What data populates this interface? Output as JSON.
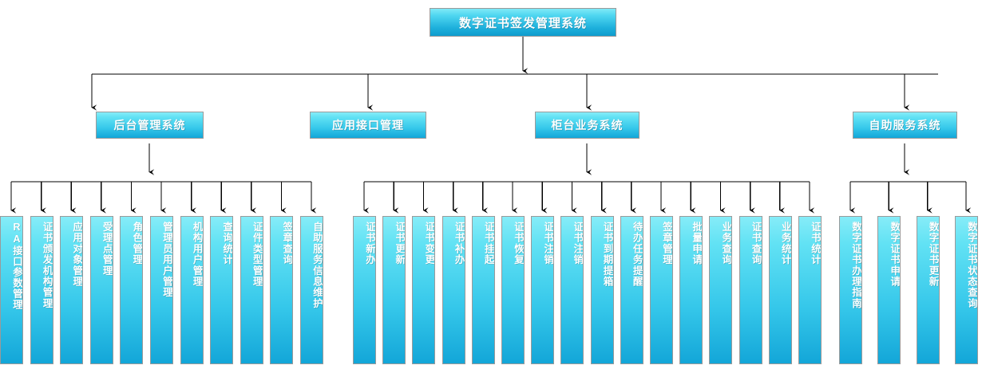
{
  "diagram": {
    "title": "数字证书签发管理系统",
    "type": "org-chart",
    "colors": {
      "box_top": "#86ECF8",
      "box_bottom": "#13A6D8",
      "box_border": "#9A9A9A",
      "text": "#FFFFFF",
      "connector": "#000000",
      "background": "#FFFFFF"
    },
    "root": {
      "label": "数字证书签发管理系统"
    },
    "branches": [
      {
        "label": "后台管理系统",
        "children": [
          {
            "label": "RA接口参数管理"
          },
          {
            "label": "证书颁发机构管理"
          },
          {
            "label": "应用对象管理"
          },
          {
            "label": "受理点管理"
          },
          {
            "label": "角色管理"
          },
          {
            "label": "管理员用户管理"
          },
          {
            "label": "机构用户管理"
          },
          {
            "label": "查询统计"
          },
          {
            "label": "证件类型管理"
          },
          {
            "label": "签章查询"
          },
          {
            "label": "自助服务信息维护"
          }
        ]
      },
      {
        "label": "应用接口管理",
        "children": []
      },
      {
        "label": "柜台业务系统",
        "children": [
          {
            "label": "证书新办"
          },
          {
            "label": "证书更新"
          },
          {
            "label": "证书变更"
          },
          {
            "label": "证书补办"
          },
          {
            "label": "证书挂起"
          },
          {
            "label": "证书恢复"
          },
          {
            "label": "证书注销"
          },
          {
            "label": "证书注销"
          },
          {
            "label": "证书到期提箱"
          },
          {
            "label": "待办任务提醒"
          },
          {
            "label": "签章管理"
          },
          {
            "label": "批量申请"
          },
          {
            "label": "业务查询"
          },
          {
            "label": "证书查询"
          },
          {
            "label": "业务统计"
          },
          {
            "label": "证书统计"
          }
        ]
      },
      {
        "label": "自助服务系统",
        "children": [
          {
            "label": "数字证书办理指南"
          },
          {
            "label": "数字证书申请"
          },
          {
            "label": "数字证书更新"
          },
          {
            "label": "数字证书状态查询"
          }
        ]
      }
    ]
  }
}
